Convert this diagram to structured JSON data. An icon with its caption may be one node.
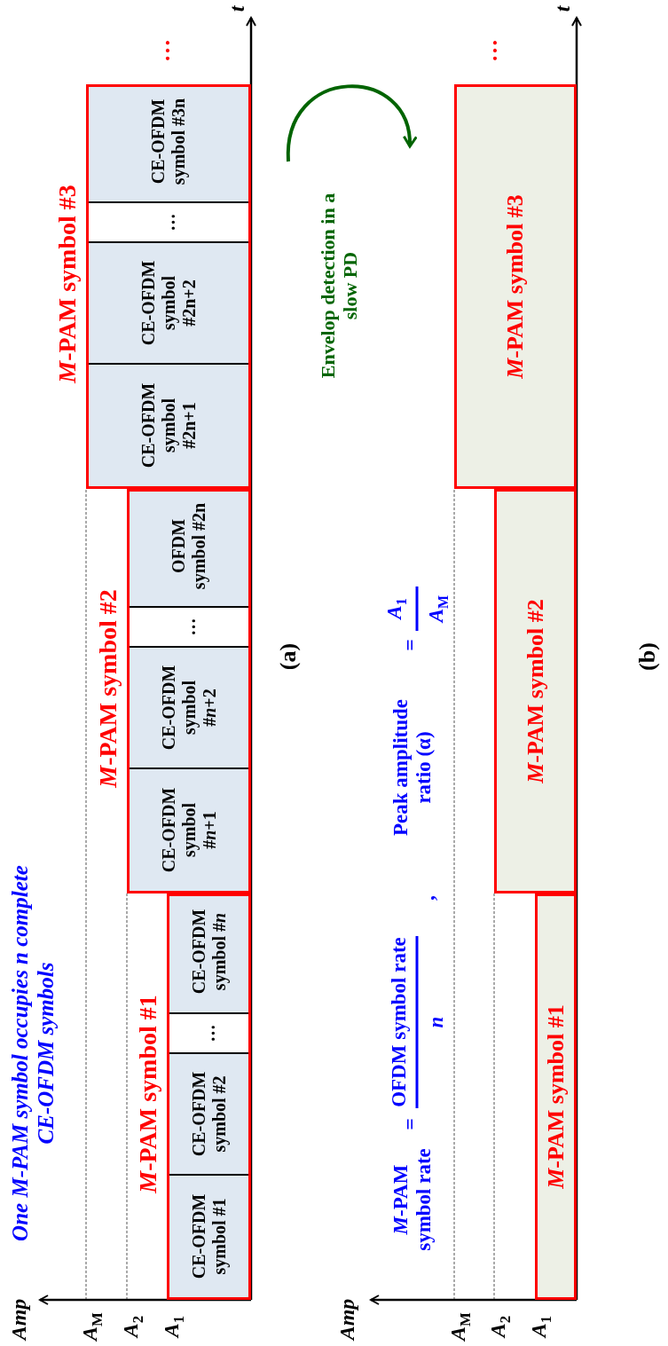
{
  "diagram": {
    "nodes": [
      {
        "text": [
          "*M*-PAM symbol #1"
        ]
      },
      {
        "text": [
          "CE-OFDM symbol #1"
        ],
        "in": 0
      },
      {
        "text": [
          "…"
        ],
        "in": 0
      },
      {
        "text": [
          "CE-OFDM symbol #2"
        ],
        "in": 0
      },
      {
        "text": [
          "CE-OFDM symbol #*n*"
        ],
        "in": 0
      },
      {
        "text": [
          "*M*-PAM symbol #2"
        ]
      },
      {
        "text": [
          "CE-OFDM symbol #*n*+1"
        ],
        "in": 5
      },
      {
        "text": [
          "CE-OFDM symbol #*n*+2"
        ],
        "in": 5
      },
      {
        "text": [
          "…"
        ],
        "in": 5
      },
      {
        "text": [
          "OFDM symbol #2n"
        ],
        "in": 5
      },
      {
        "text": [
          "*M*-PAM symbol #3"
        ]
      },
      {
        "text": [
          "CE-OFDM symbol #2n+1"
        ],
        "in": 10
      },
      {
        "text": [
          "CE-OFDM symbol #2n+2"
        ],
        "in": 10
      },
      {
        "text": [
          "…"
        ],
        "in": 10
      },
      {
        "text": [
          "CE-OFDM symbol #3n"
        ],
        "in": 10
      },
      {
        "text": [
          "*M*-PAM symbol #1"
        ]
      },
      {
        "text": [
          "*M*-PAM symbol #2"
        ]
      },
      {
        "text": [
          "*M*-PAM symbol #3"
        ]
      }
    ],
    "labels": [
      "Amp",
      "t",
      "One M-PAM symbol occupies n complete CE-OFDM symbols",
      "…",
      "*A*$_{M}$",
      "*A*$_{2}$",
      "*A*$_{1}$",
      "(a)",
      "Envelop detection in a slow PD",
      "Amp",
      "t",
      "*M*-PAM symbol rate",
      "=",
      "OFDM symbol rate",
      "*n*",
      ",",
      "Peak amplitude ratio (α)",
      "=",
      "*A*$_{1}$",
      "*A*$_{M}$",
      "…",
      "*A*$_{M}$",
      "*A*$_{2}$",
      "*A*$_{1}$",
      "(b)"
    ]
  }
}
